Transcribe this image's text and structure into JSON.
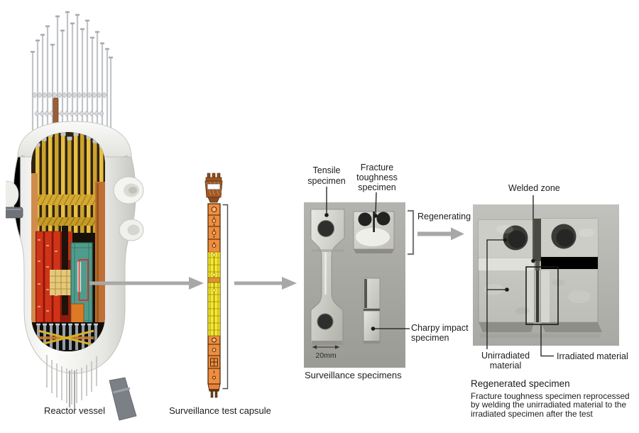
{
  "figure": {
    "type": "process-diagram",
    "steps": [
      "Reactor vessel",
      "Surveillance test capsule",
      "Surveillance specimens",
      "Regenerated specimen"
    ]
  },
  "reactor": {
    "caption": "Reactor vessel"
  },
  "capsule": {
    "caption": "Surveillance test capsule"
  },
  "specimens": {
    "caption": "Surveillance specimens",
    "tensile_lines": [
      "Tensile",
      "specimen"
    ],
    "fracture_lines": [
      "Fracture",
      "toughness",
      "specimen"
    ],
    "charpy_lines": [
      "Charpy impact",
      "specimen"
    ],
    "scale_label": "20mm"
  },
  "regenerating": {
    "label": "Regenerating"
  },
  "regenerated": {
    "welded_label": "Welded zone",
    "unirradiated_lines": [
      "Unirradiated",
      "material"
    ],
    "irradiated_label": "Irradiated material",
    "title": "Regenerated specimen",
    "description_lines": [
      "Fracture toughness specimen reprocessed",
      "by welding the unirradiated material to the",
      "irradiated specimen after the test"
    ]
  },
  "colors": {
    "flow_arrow": "#a8a8a8",
    "highlight_red": "#e62020",
    "capsule_orange": "#ef8c3e",
    "capsule_yellow": "#f5e72e",
    "teal_panel": "#509c8c",
    "core_red": "#d03418",
    "photo_grey": "#a9a9a5",
    "text": "#1c1c1c"
  }
}
